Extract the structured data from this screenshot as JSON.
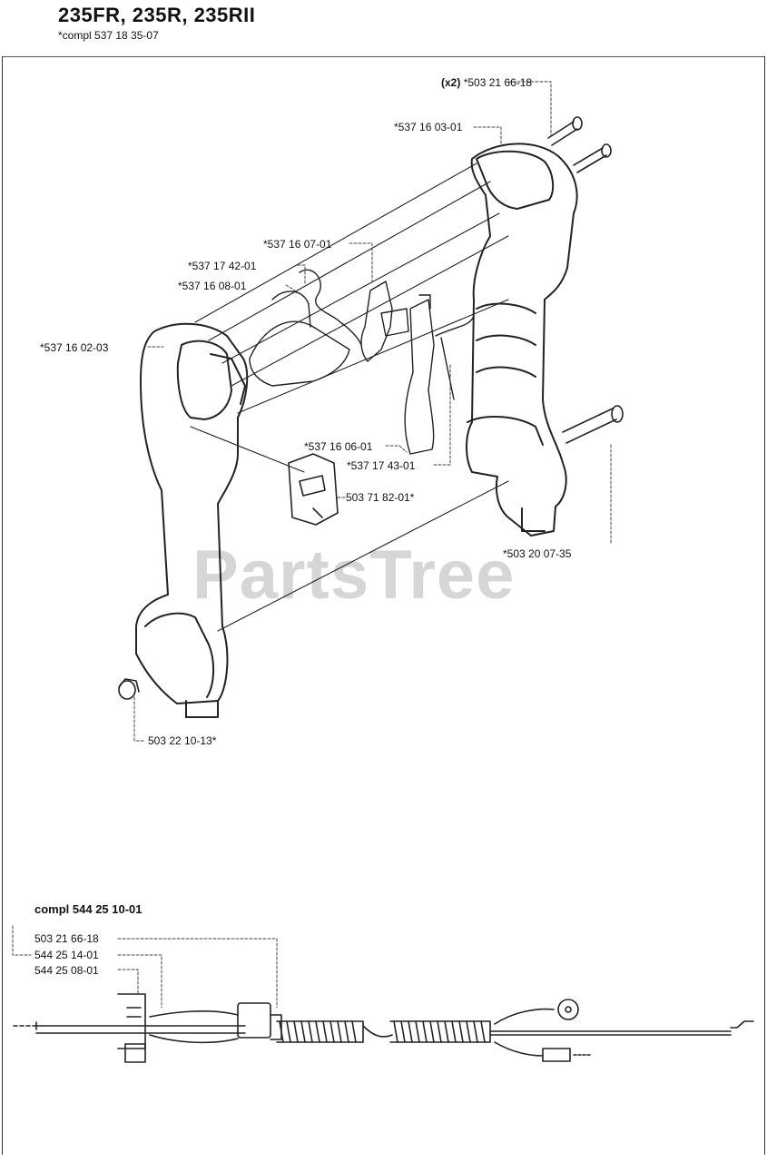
{
  "header": {
    "title": "235FR, 235R, 235RII",
    "subtitle": "*compl 537 18 35-07"
  },
  "watermark": "PartsTree",
  "parts": {
    "bolt_qty": "(x2)",
    "bolt_top": "*503 21 66-18",
    "handle_right": "*537 16 03-01",
    "lever_a": "*537 16 07-01",
    "spring_a": "*537 17 42-01",
    "pivot": "*537 16 08-01",
    "handle_left": "*537 16 02-03",
    "switch_cover": "*537 16 06-01",
    "spring_b": "*537 17 43-01",
    "switch": "503 71 82-01*",
    "bolt_long": "*503 20 07-35",
    "nut": "503 22 10-13*"
  },
  "cable_assembly": {
    "title": "compl 544 25 10-01",
    "items": [
      "503 21 66-18",
      "544 25 14-01",
      "544 25 08-01"
    ]
  }
}
